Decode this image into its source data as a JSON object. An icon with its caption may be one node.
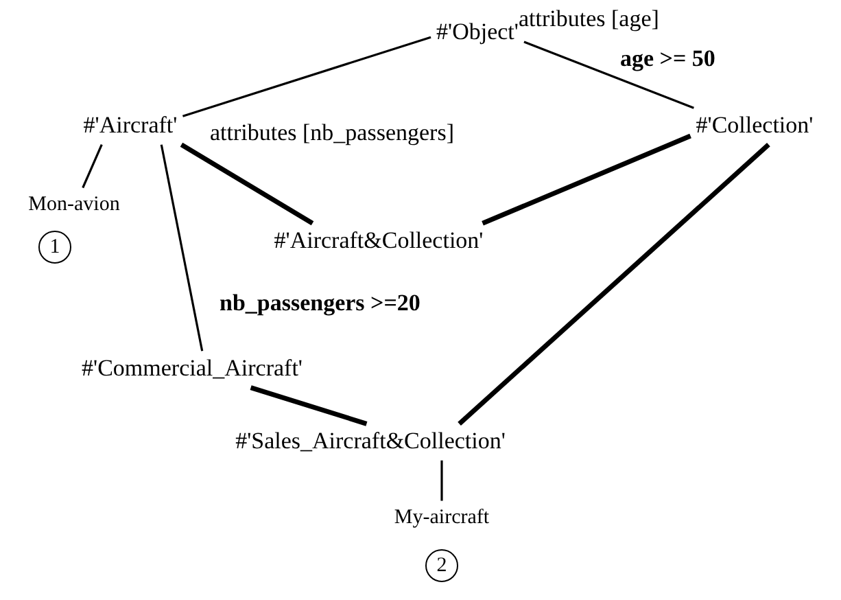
{
  "diagram": {
    "nodes": [
      {
        "text": [
          "#'Object'"
        ]
      },
      {
        "text": [
          "#'Aircraft'"
        ]
      },
      {
        "text": [
          "#'Collection'"
        ]
      },
      {
        "text": [
          "Mon-avion"
        ]
      },
      {
        "text": [
          "#'Aircraft&Collection'"
        ]
      },
      {
        "text": [
          "#'Commercial_Aircraft'"
        ]
      },
      {
        "text": [
          "#'Sales_Aircraft&Collection'"
        ]
      },
      {
        "text": [
          "My-aircraft"
        ]
      },
      {
        "text": [
          "1"
        ]
      },
      {
        "text": [
          "2"
        ]
      }
    ],
    "edges": [
      {
        "from": 0,
        "to": 1,
        "arrow": "none"
      },
      {
        "from": 0,
        "to": 2,
        "arrow": "none"
      },
      {
        "from": 1,
        "to": 3,
        "arrow": "none"
      },
      {
        "from": 1,
        "to": 4,
        "arrow": "none",
        "style": "thick"
      },
      {
        "from": 2,
        "to": 4,
        "arrow": "none",
        "style": "thick"
      },
      {
        "from": 1,
        "to": 5,
        "arrow": "none"
      },
      {
        "from": 2,
        "to": 6,
        "arrow": "none",
        "style": "thick"
      },
      {
        "from": 5,
        "to": 6,
        "arrow": "none",
        "style": "thick"
      },
      {
        "from": 6,
        "to": 7,
        "arrow": "none"
      }
    ],
    "labels": [
      "attributes [age]",
      "age >= 50",
      "attributes [nb_passengers]",
      "nb_passengers >=20"
    ]
  }
}
